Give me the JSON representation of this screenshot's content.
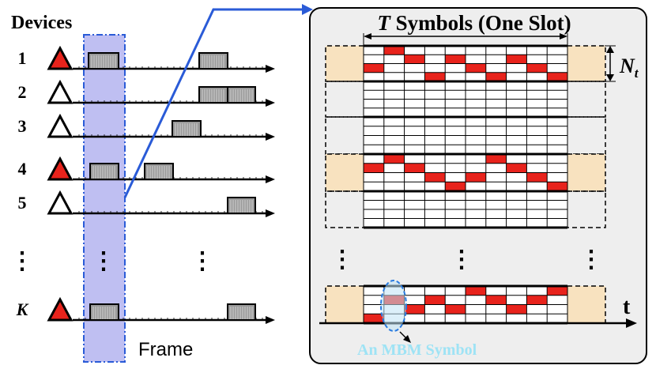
{
  "devices_title": "Devices",
  "device_labels": [
    "1",
    "2",
    "3",
    "4",
    "5",
    "K"
  ],
  "vertical_ellipsis": "⋮",
  "frame_label": "Frame",
  "slot_title_italic": "T",
  "slot_title_rest": " Symbols (One Slot)",
  "antenna_label_main": "N",
  "antenna_label_sub": "t",
  "time_axis_label": "t",
  "mbm_label": "An MBM Symbol",
  "colors": {
    "active_device": "#e8231c",
    "frame_highlight": "#b4b4f0",
    "frame_border": "#2a5bd7",
    "pulse_fill": "#9a9a9a",
    "guard_fill": "#f8e2bf",
    "panel_fill": "#eeeeee",
    "active_cell": "#e8231c",
    "zoom_line": "#2a5bd7",
    "mbm_text": "#9ee3f5"
  }
}
